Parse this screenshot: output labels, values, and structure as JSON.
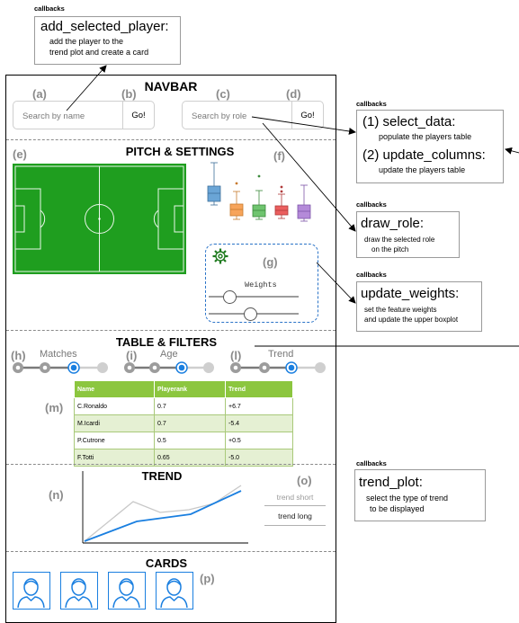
{
  "callbacks_tag": "callbacks",
  "callbacks": {
    "add_selected_player": {
      "title": "add_selected_player:",
      "desc": [
        "add the player to the",
        "trend plot and create a card"
      ]
    },
    "select_data": {
      "items": [
        {
          "title": "(1) select_data:",
          "desc": "populate the players table"
        },
        {
          "title": "(2) update_columns:",
          "desc": "update the players table"
        }
      ]
    },
    "draw_role": {
      "title": "draw_role:",
      "desc": [
        "draw the selected role",
        "on the pitch"
      ]
    },
    "update_weights": {
      "title": "update_weights:",
      "desc": [
        "set the feature weights",
        "and update the upper boxplot"
      ]
    },
    "trend_plot": {
      "title": "trend_plot:",
      "desc": [
        "select the type of trend",
        "to be displayed"
      ]
    }
  },
  "sections": {
    "navbar": "NAVBAR",
    "pitch": "PITCH & SETTINGS",
    "table": "TABLE & FILTERS",
    "trend": "TREND",
    "cards": "CARDS"
  },
  "letters": {
    "a": "(a)",
    "b": "(b)",
    "c": "(c)",
    "d": "(d)",
    "e": "(e)",
    "f": "(f)",
    "g": "(g)",
    "h": "(h)",
    "i": "(i)",
    "l": "(l)",
    "m": "(m)",
    "n": "(n)",
    "o": "(o)",
    "p": "(p)"
  },
  "navbar": {
    "search_name": {
      "placeholder": "Search by name",
      "button": "Go!"
    },
    "search_role": {
      "placeholder": "Search by role",
      "button": "Go!"
    }
  },
  "settings": {
    "weights_label": "Weights"
  },
  "filters": {
    "matches": "Matches",
    "age": "Age",
    "trend": "Trend"
  },
  "table": {
    "headers": [
      "Name",
      "Playerank",
      "Trend"
    ],
    "rows": [
      [
        "C.Ronaldo",
        "0.7",
        "+6.7"
      ],
      [
        "M.Icardi",
        "0.7",
        "-5.4"
      ],
      [
        "P.Cutrone",
        "0.5",
        "+0.5"
      ],
      [
        "F.Totti",
        "0.65",
        "-5.0"
      ]
    ]
  },
  "trend": {
    "short": "trend short",
    "long": "trend long"
  },
  "colors": {
    "pitch": "#1f9e1f",
    "slider_active": "#1a7fe0",
    "table_header": "#8cc63f",
    "table_row_alt": "#e5f0d3",
    "trend_line": "#1a7fe0",
    "box_colors": [
      "#6aa5d6",
      "#f7a45a",
      "#6fc46f",
      "#eb5e5e",
      "#b48ad9"
    ]
  },
  "icons": [
    "gear-icon",
    "player-avatar-icon"
  ],
  "cards_count": 4
}
